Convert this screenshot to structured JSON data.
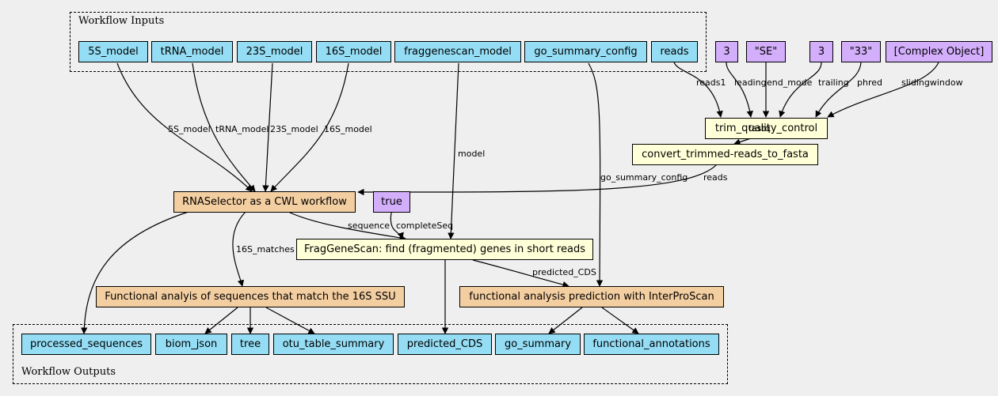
{
  "inputs_cluster": {
    "label": "Workflow Inputs"
  },
  "outputs_cluster": {
    "label": "Workflow Outputs"
  },
  "colors": {
    "workflow_io": "#94ddf4",
    "parameter": "#d3aefb",
    "tool_step": "#ffffd8",
    "subworkflow_step": "#f3cea1",
    "background": "#efefef"
  },
  "inputs": {
    "model_5s": "5S_model",
    "model_trna": "tRNA_model",
    "model_23s": "23S_model",
    "model_16s": "16S_model",
    "fraggenescan_model": "fraggenescan_model",
    "go_summary_config": "go_summary_config",
    "reads": "reads"
  },
  "params": {
    "leading": "3",
    "end_mode": "\"SE\"",
    "trailing": "3",
    "phred": "\"33\"",
    "slidingwindow": "[Complex Object]",
    "complete_seq": "true"
  },
  "steps": {
    "trim": "trim_quality_control",
    "convert": "convert_trimmed-reads_to_fasta",
    "rnaselector": "RNASelector as a CWL workflow",
    "fraggenescan": "FragGeneScan: find (fragmented) genes in short reads",
    "func16s": "Functional analyis of sequences that match the 16S SSU",
    "interproscan": "functional analysis prediction with InterProScan"
  },
  "outputs": {
    "processed_sequences": "processed_sequences",
    "biom_json": "biom_json",
    "tree": "tree",
    "otu_table_summary": "otu_table_summary",
    "predicted_cds": "predicted_CDS",
    "go_summary": "go_summary",
    "functional_annotations": "functional_annotations"
  },
  "edge_labels": {
    "reads1": "reads1",
    "leading": "leading",
    "end_mode": "end_mode",
    "trailing": "trailing",
    "phred": "phred",
    "slidingwindow": "slidingwindow",
    "fastq": "fastq",
    "reads": "reads",
    "model_5s": "5S_model",
    "model_trna": "tRNA_model",
    "model_23s": "23S_model",
    "model_16s": "16S_model",
    "model": "model",
    "go_summary_config": "go_summary_config",
    "sequence": "sequence",
    "complete_seq": "completeSeq",
    "matches_16s": "16S_matches",
    "predicted_cds": "predicted_CDS"
  }
}
